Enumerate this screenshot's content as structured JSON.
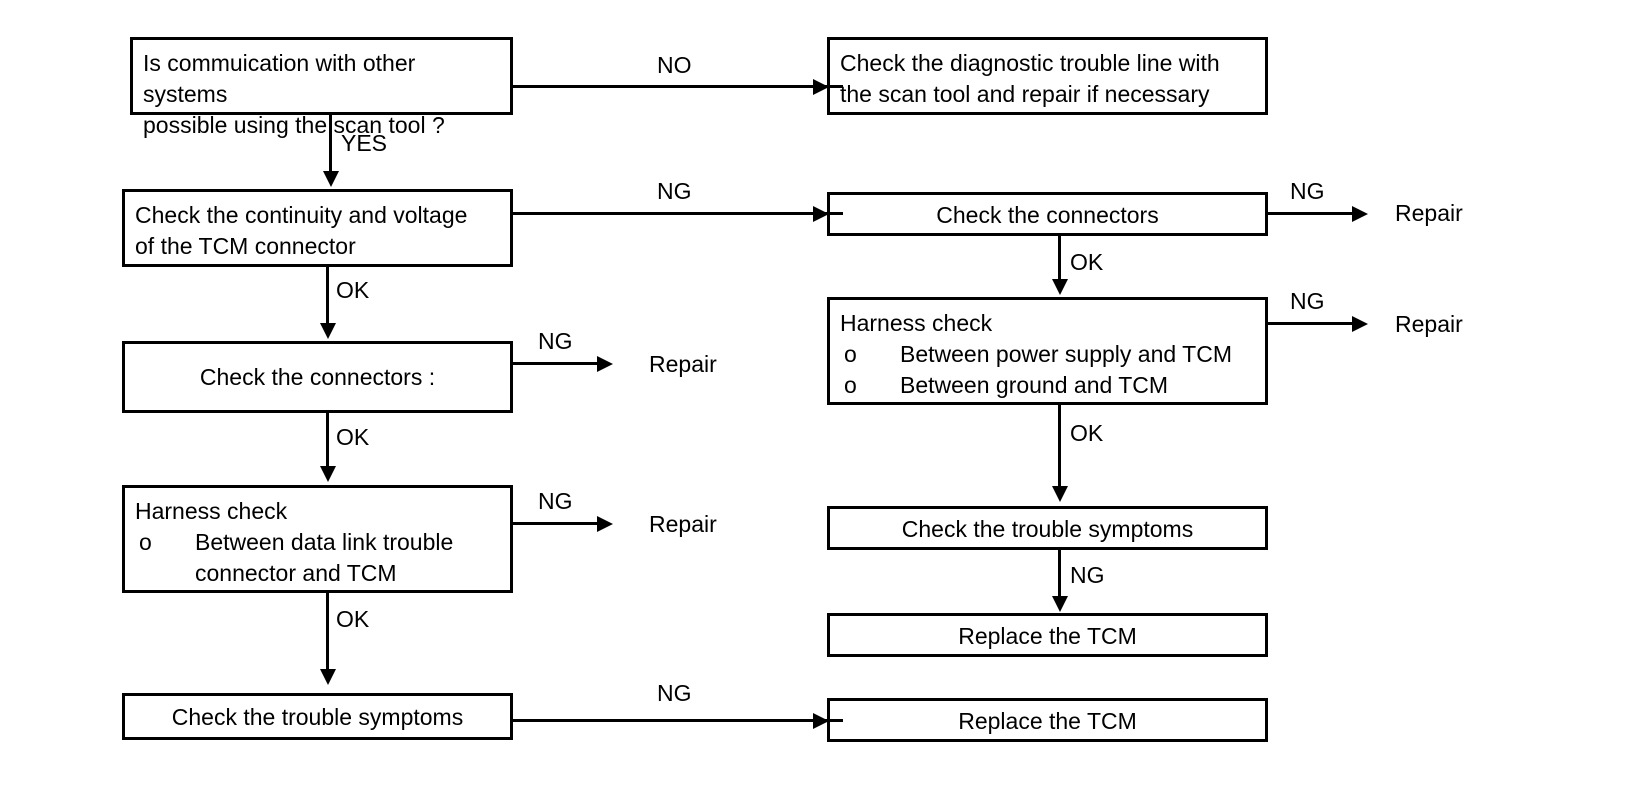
{
  "diagram": {
    "title": "TCM Communication / Power Supply Diagnostic Flowchart",
    "line_color": "#000000",
    "background": "#ffffff",
    "boxes": {
      "q_comm": "Is commuication with other systems\npossible using the scan tool ?",
      "check_dtl": "Check the diagnostic trouble line with\nthe scan tool and repair if necessary",
      "check_continuity": "Check the continuity and voltage\nof the TCM connector",
      "check_connectors_right": "Check the connectors",
      "check_connectors_left": "Check the connectors :",
      "harness_left_head": "Harness check",
      "harness_left_b1_marker": "o",
      "harness_left_b1": "Between data link trouble\nconnector and TCM",
      "harness_right_head": "Harness check",
      "harness_right_b1_marker": "o",
      "harness_right_b1": "Between power supply and TCM",
      "harness_right_b2_marker": "o",
      "harness_right_b2": "Between ground and TCM",
      "check_symptoms_right": "Check the trouble symptoms",
      "replace_tcm_right": "Replace the TCM",
      "check_symptoms_left": "Check the trouble symptoms",
      "replace_tcm_left": "Replace the TCM"
    },
    "terminals": {
      "repair_1": "Repair",
      "repair_2": "Repair",
      "repair_3": "Repair",
      "repair_4": "Repair"
    },
    "edge_labels": {
      "no_1": "NO",
      "yes_1": "YES",
      "ng_continuity": "NG",
      "ok_continuity": "OK",
      "ng_connectors_right": "NG",
      "ok_connectors_right": "OK",
      "ng_harness_right": "NG",
      "ok_harness_right": "OK",
      "ng_symptoms_right": "NG",
      "ng_connectors_left": "NG",
      "ok_connectors_left": "OK",
      "ng_harness_left": "NG",
      "ok_harness_left": "OK",
      "ng_symptoms_left": "NG"
    }
  }
}
